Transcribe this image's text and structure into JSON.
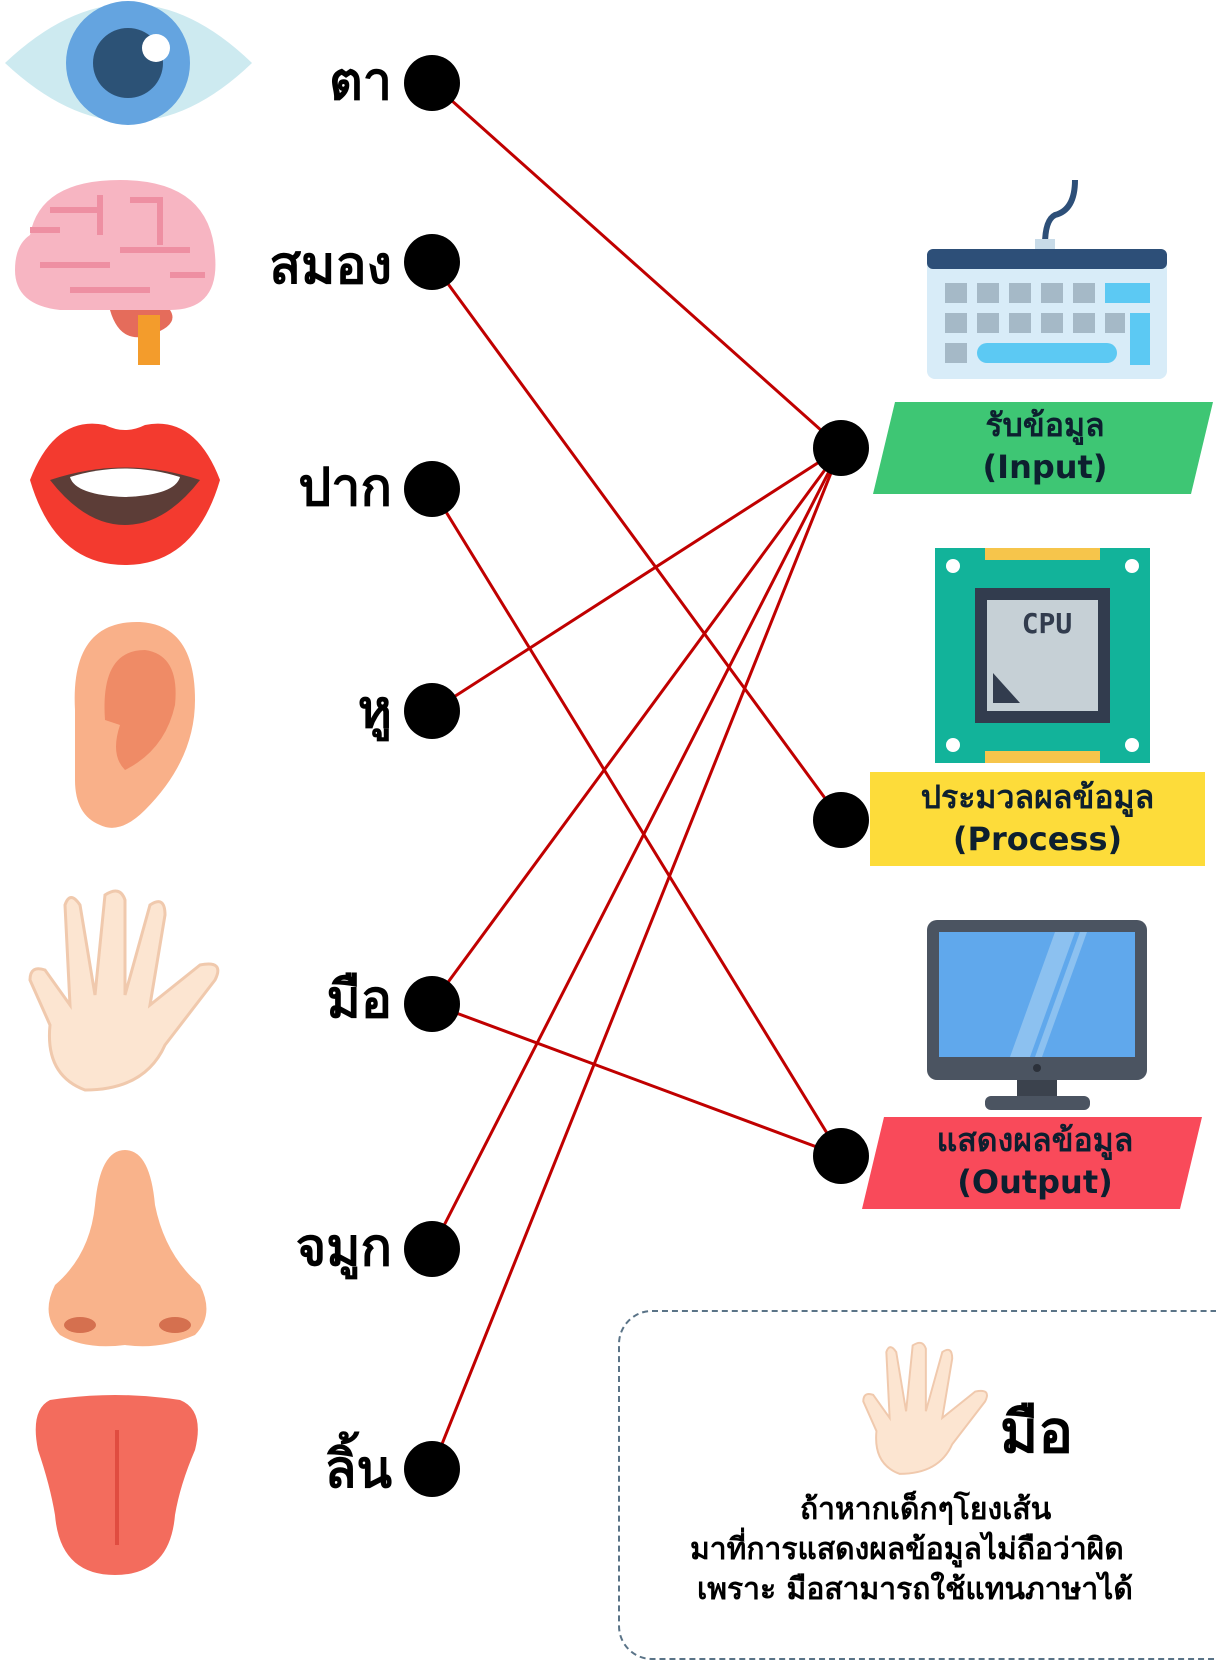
{
  "organs": [
    {
      "key": "eye",
      "label": "ตา",
      "icon": "eye-icon"
    },
    {
      "key": "brain",
      "label": "สมอง",
      "icon": "brain-icon"
    },
    {
      "key": "mouth",
      "label": "ปาก",
      "icon": "mouth-icon"
    },
    {
      "key": "ear",
      "label": "หู",
      "icon": "ear-icon"
    },
    {
      "key": "hand",
      "label": "มือ",
      "icon": "hand-icon"
    },
    {
      "key": "nose",
      "label": "จมูก",
      "icon": "nose-icon"
    },
    {
      "key": "tongue",
      "label": "ลิ้น",
      "icon": "tongue-icon"
    }
  ],
  "categories": [
    {
      "key": "input",
      "title": "รับข้อมูล",
      "subtitle": "(Input)",
      "icon": "keyboard-icon",
      "color": "#3ec674"
    },
    {
      "key": "process",
      "title": "ประมวลผลข้อมูล",
      "subtitle": "(Process)",
      "icon": "cpu-icon",
      "color": "#fddc3a",
      "chip_text": "CPU"
    },
    {
      "key": "output",
      "title": "แสดงผลข้อมูล",
      "subtitle": "(Output)",
      "icon": "monitor-icon",
      "color": "#f94a5a"
    }
  ],
  "connections": [
    [
      "eye",
      "input"
    ],
    [
      "brain",
      "process"
    ],
    [
      "mouth",
      "output"
    ],
    [
      "ear",
      "input"
    ],
    [
      "hand",
      "input"
    ],
    [
      "hand",
      "output"
    ],
    [
      "nose",
      "input"
    ],
    [
      "tongue",
      "input"
    ]
  ],
  "line_color": "#c00000",
  "note": {
    "icon": "hand-icon",
    "title": "มือ",
    "lines": [
      "ถ้าหากเด็กๆโยงเส้น",
      "มาที่การแสดงผลข้อมูลไม่ถือว่าผิด",
      "เพราะ มือสามารถใช้แทนภาษาได้"
    ]
  }
}
